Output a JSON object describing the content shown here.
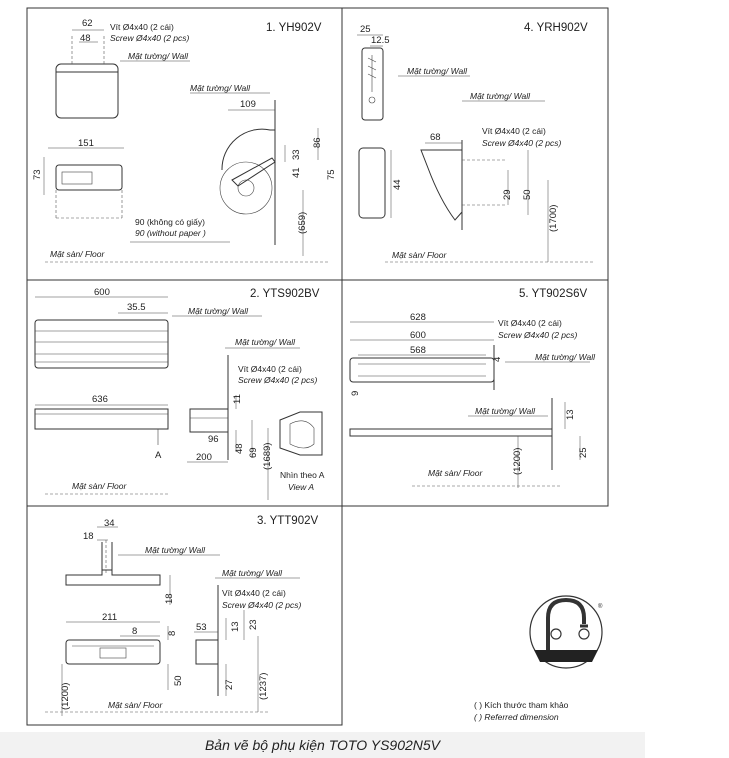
{
  "caption": "Bản vẽ bộ phụ kiện TOTO YS902N5V",
  "panels": {
    "p1": {
      "title": "1. YH902V",
      "dims": [
        "62",
        "48",
        "151",
        "73",
        "109",
        "33",
        "86",
        "41",
        "75",
        "(659)"
      ],
      "screw_vi": "Vít Ø4x40 (2 cái)",
      "screw_en": "Screw Ø4x40 (2 pcs)",
      "wall_a": "Mặt tường/ Wall",
      "wall_b": "Mặt tường/ Wall",
      "paper_vi": "90 (không có giấy)",
      "paper_en": "90 (without paper )",
      "floor": "Mặt sàn/ Floor"
    },
    "p2": {
      "title": "2. YTS902BV",
      "dims": [
        "600",
        "35.5",
        "636",
        "11",
        "96",
        "48",
        "69",
        "200",
        "(1689)"
      ],
      "wall_a": "Mặt tường/ Wall",
      "wall_b": "Mặt tường/ Wall",
      "screw_vi": "Vít Ø4x40 (2 cái)",
      "screw_en": "Screw Ø4x40 (2 pcs)",
      "arrow_a": "A",
      "view_vi": "Nhìn theo A",
      "view_en": "View A",
      "floor": "Mặt sàn/ Floor"
    },
    "p3": {
      "title": "3. YTT902V",
      "dims": [
        "34",
        "18",
        "18",
        "211",
        "8",
        "8",
        "53",
        "13",
        "23",
        "50",
        "27",
        "(1200)",
        "(1237)"
      ],
      "wall_a": "Mặt tường/ Wall",
      "wall_b": "Mặt tường/ Wall",
      "screw_vi": "Vít Ø4x40 (2 cái)",
      "screw_en": "Screw Ø4x40 (2 pcs)",
      "floor": "Mặt sàn/ Floor"
    },
    "p4": {
      "title": "4. YRH902V",
      "dims": [
        "25",
        "12.5",
        "44",
        "68",
        "29",
        "50",
        "(1700)"
      ],
      "wall_a": "Mặt tường/ Wall",
      "wall_b": "Mặt tường/ Wall",
      "screw_vi": "Vít Ø4x40 (2 cái)",
      "screw_en": "Screw Ø4x40 (2 pcs)",
      "floor": "Mặt sàn/ Floor"
    },
    "p5": {
      "title": "5. YT902S6V",
      "dims": [
        "628",
        "600",
        "568",
        "4",
        "9",
        "13",
        "(1200)",
        "25"
      ],
      "screw_vi": "Vít Ø4x40 (2 cái)",
      "screw_en": "Screw Ø4x40 (2 pcs)",
      "wall_a": "Mặt tường/ Wall",
      "wall_b": "Mặt tường/ Wall",
      "floor": "Mặt sàn/ Floor"
    }
  },
  "legend": {
    "line1": "( ) Kích thước tham khảo",
    "line2": "( ) Referred dimension"
  }
}
